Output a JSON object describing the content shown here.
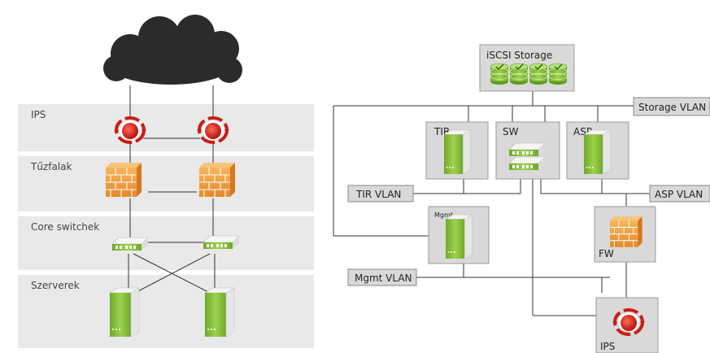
{
  "left_diagram": {
    "bands": [
      {
        "id": "ips",
        "label": "IPS"
      },
      {
        "id": "firewalls",
        "label": "Tűzfalak"
      },
      {
        "id": "core",
        "label": "Core switchek"
      },
      {
        "id": "servers",
        "label": "Szerverek"
      }
    ]
  },
  "right_diagram": {
    "storage": {
      "label": "iSCSI Storage"
    },
    "vlans": {
      "storage": "Storage VLAN",
      "tir": "TIR VLAN",
      "asp": "ASP VLAN",
      "mgmt": "Mgmt VLAN"
    },
    "boxes": {
      "tir": "TIR",
      "sw": "SW",
      "asp": "ASP",
      "mgmt": "Mgmt",
      "fw": "FW",
      "ips": "IPS"
    }
  },
  "colors": {
    "band": "#e9e9e9",
    "box": "#d9d9d9",
    "line": "#333333",
    "cloud": "#2a2a2a",
    "server_green": "#8cc63f",
    "firewall_orange": "#f2a03d",
    "ips_red": "#d9261c"
  },
  "icons": [
    "cloud-icon",
    "ips-icon",
    "firewall-icon",
    "switch-icon",
    "server-icon",
    "storage-disk-icon"
  ]
}
